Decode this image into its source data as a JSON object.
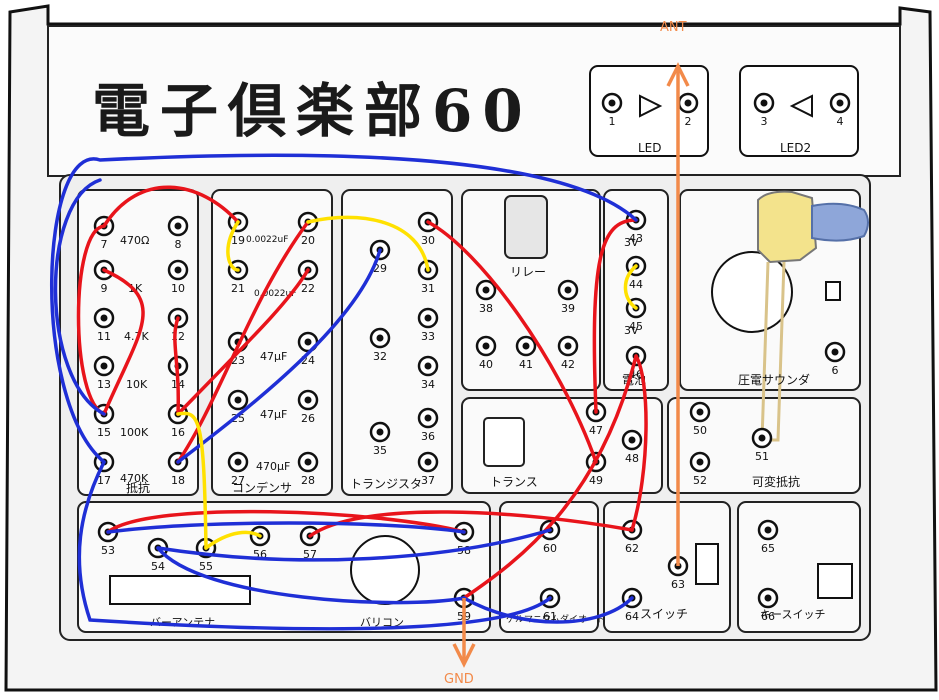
{
  "title": "電子倶楽部60",
  "labels": {
    "ant": "ANT",
    "gnd": "GND",
    "led1": "LED",
    "led2": "LED2",
    "resistors_section": "抵抗",
    "capacitors_section": "コンデンサ",
    "transistors_section": "トランジスタ",
    "relay": "リレー",
    "battery": "電池",
    "buzzer": "圧電サウンダ",
    "transformer": "トランス",
    "variable_resistor": "可変抵抗",
    "bar_antenna": "バーアンテナ",
    "variable_capacitor": "バリコン",
    "germanium_diode": "ゲルマニウムダイオード",
    "switch": "スイッチ",
    "key_switch": "キースイッチ"
  },
  "values": {
    "r1": "470Ω",
    "r2": "1K",
    "r3": "4.7K",
    "r4": "10K",
    "r5": "100K",
    "r6": "470K",
    "c1": "0.0022uF",
    "c2": "0.0022uF",
    "c3": "47μF",
    "c4": "47μF",
    "c5": "470μF",
    "bat1": "3V",
    "bat2": "3V"
  },
  "terminals": [
    "1",
    "2",
    "3",
    "4",
    "6",
    "7",
    "8",
    "9",
    "10",
    "11",
    "12",
    "13",
    "14",
    "15",
    "16",
    "17",
    "18",
    "19",
    "20",
    "21",
    "22",
    "23",
    "24",
    "25",
    "26",
    "27",
    "28",
    "29",
    "30",
    "31",
    "32",
    "33",
    "34",
    "35",
    "36",
    "37",
    "38",
    "39",
    "40",
    "41",
    "42",
    "43",
    "44",
    "45",
    "46",
    "47",
    "48",
    "49",
    "50",
    "51",
    "52",
    "53",
    "54",
    "55",
    "56",
    "57",
    "58",
    "59",
    "60",
    "61",
    "62",
    "63",
    "64",
    "65",
    "66"
  ],
  "colors": {
    "red": "#e8141b",
    "blue": "#1f2fd6",
    "yellow": "#ffe100",
    "orange": "#f28a4a"
  }
}
